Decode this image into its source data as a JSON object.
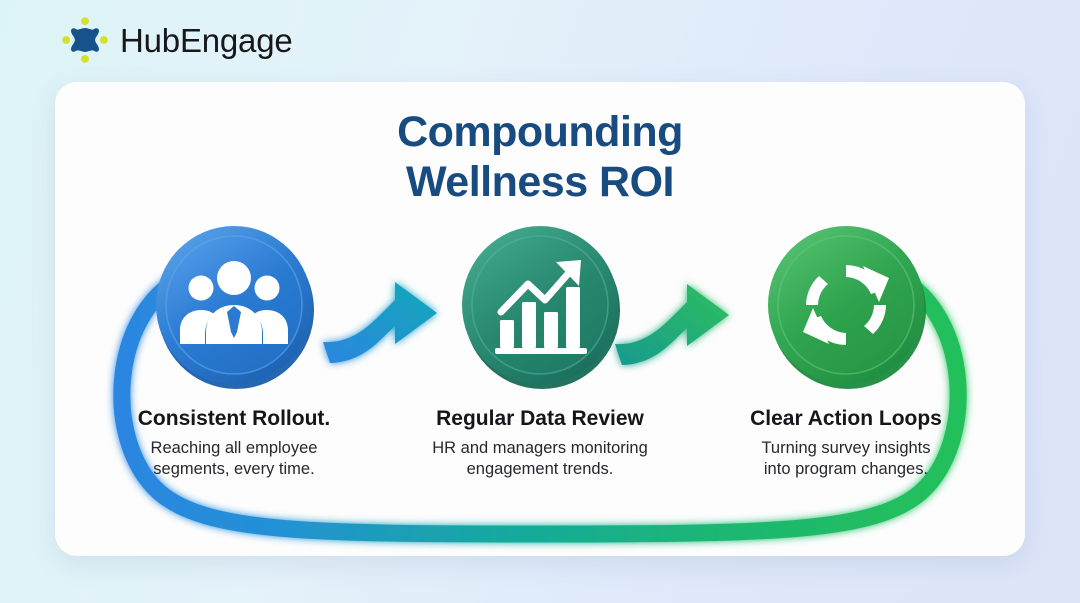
{
  "brand": {
    "name": "HubEngage",
    "logo_icon": "star-burst-logo-icon",
    "logo_mark_color": "#17538a",
    "logo_dot_color": "#d4e02a"
  },
  "card": {
    "title_line1": "Compounding",
    "title_line2": "Wellness ROI",
    "title_color": "#184b7f",
    "background": "#fdfdfd"
  },
  "flow": {
    "loop_start_color": "#2b86e0",
    "loop_end_color": "#24c05a",
    "arrow1_from_color": "#2b86e0",
    "arrow1_to_color": "#16a5b4",
    "arrow2_from_color": "#18a58e",
    "arrow2_to_color": "#2cbf5c"
  },
  "steps": [
    {
      "id": "consistent-rollout",
      "icon": "users-group-icon",
      "coin_color": "#2e7dd4",
      "coin_color_dark": "#1f66b8",
      "coin_color_light": "#4f99e4",
      "title": "Consistent Rollout.",
      "desc_line1": "Reaching all employee",
      "desc_line2": "segments, every time."
    },
    {
      "id": "regular-data-review",
      "icon": "bar-chart-growth-icon",
      "coin_color": "#2a8d74",
      "coin_color_dark": "#1d7460",
      "coin_color_light": "#45a98d",
      "title": "Regular Data Review",
      "desc_line1": "HR and managers monitoring",
      "desc_line2": "engagement trends."
    },
    {
      "id": "clear-action-loops",
      "icon": "refresh-loop-icon",
      "coin_color": "#32a852",
      "coin_color_dark": "#228f40",
      "coin_color_light": "#53c06f",
      "title": "Clear Action Loops",
      "desc_line1": "Turning survey insights",
      "desc_line2": "into program changes."
    }
  ]
}
